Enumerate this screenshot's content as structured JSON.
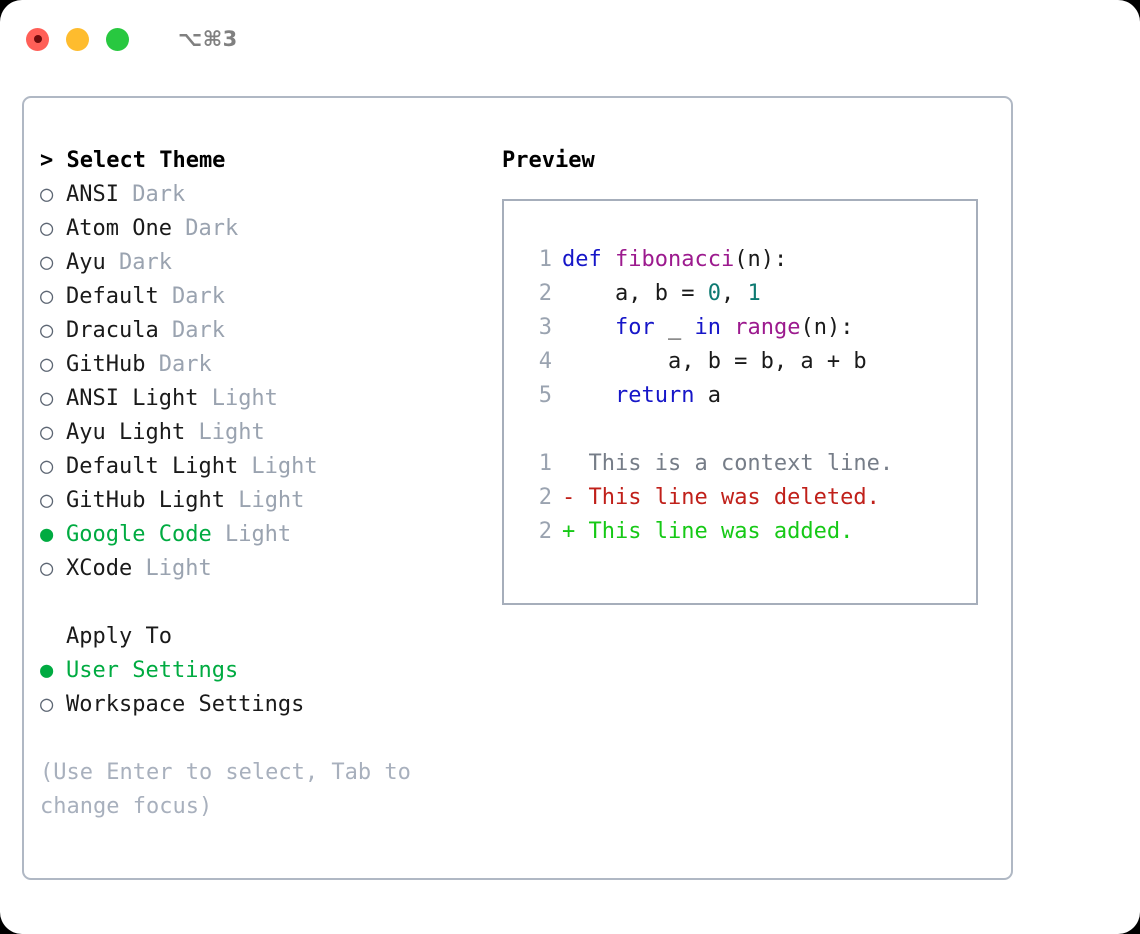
{
  "titlebar": {
    "shortcut": "⌥⌘3",
    "buttons": [
      {
        "name": "close",
        "color": "#ff5f57"
      },
      {
        "name": "minimize",
        "color": "#febc2e"
      },
      {
        "name": "maximize",
        "color": "#28c840"
      }
    ]
  },
  "theme_picker": {
    "heading": "> Select Theme",
    "marker_unselected": "○",
    "marker_selected": "●",
    "items": [
      {
        "label": "ANSI",
        "kind": "Dark",
        "selected": false
      },
      {
        "label": "Atom One",
        "kind": "Dark",
        "selected": false
      },
      {
        "label": "Ayu",
        "kind": "Dark",
        "selected": false
      },
      {
        "label": "Default",
        "kind": "Dark",
        "selected": false
      },
      {
        "label": "Dracula",
        "kind": "Dark",
        "selected": false
      },
      {
        "label": "GitHub",
        "kind": "Dark",
        "selected": false
      },
      {
        "label": "ANSI Light",
        "kind": "Light",
        "selected": false
      },
      {
        "label": "Ayu Light",
        "kind": "Light",
        "selected": false
      },
      {
        "label": "Default Light",
        "kind": "Light",
        "selected": false
      },
      {
        "label": "GitHub Light",
        "kind": "Light",
        "selected": false
      },
      {
        "label": "Google Code",
        "kind": "Light",
        "selected": true
      },
      {
        "label": "XCode",
        "kind": "Light",
        "selected": false
      }
    ]
  },
  "apply_to": {
    "heading": "Apply To",
    "items": [
      {
        "label": "User Settings",
        "selected": true
      },
      {
        "label": "Workspace Settings",
        "selected": false
      }
    ]
  },
  "hint": "(Use Enter to select, Tab to change focus)",
  "preview": {
    "heading": "Preview",
    "code_lines": [
      {
        "number": "1",
        "tokens": [
          {
            "text": "def ",
            "type": "kw"
          },
          {
            "text": "fibonacci",
            "type": "fn"
          },
          {
            "text": "(n):",
            "type": "plain"
          }
        ]
      },
      {
        "number": "2",
        "tokens": [
          {
            "text": "    a, b = ",
            "type": "plain"
          },
          {
            "text": "0",
            "type": "num"
          },
          {
            "text": ", ",
            "type": "plain"
          },
          {
            "text": "1",
            "type": "num"
          }
        ]
      },
      {
        "number": "3",
        "tokens": [
          {
            "text": "    ",
            "type": "plain"
          },
          {
            "text": "for",
            "type": "kw"
          },
          {
            "text": " _ ",
            "type": "plain"
          },
          {
            "text": "in",
            "type": "kw"
          },
          {
            "text": " ",
            "type": "plain"
          },
          {
            "text": "range",
            "type": "fn"
          },
          {
            "text": "(n):",
            "type": "plain"
          }
        ]
      },
      {
        "number": "4",
        "tokens": [
          {
            "text": "        a, b = b, a + b",
            "type": "plain"
          }
        ]
      },
      {
        "number": "5",
        "tokens": [
          {
            "text": "    ",
            "type": "plain"
          },
          {
            "text": "return",
            "type": "kw"
          },
          {
            "text": " a",
            "type": "plain"
          }
        ]
      }
    ],
    "diff_lines": [
      {
        "number": "1",
        "sign": " ",
        "text": " This is a context line.",
        "type": "ctx"
      },
      {
        "number": "2",
        "sign": "-",
        "text": " This line was deleted.",
        "type": "del"
      },
      {
        "number": "2",
        "sign": "+",
        "text": " This line was added.",
        "type": "add"
      }
    ]
  },
  "colors": {
    "accent_green": "#00ab41",
    "muted_gray": "#9aa3b0",
    "hint_gray": "#a8b0bd",
    "keyword_blue": "#1616c8",
    "function_purple": "#9c1a8e",
    "number_teal": "#0e7a72",
    "diff_deleted_red": "#c0201a",
    "diff_added_green": "#16c916",
    "border_gray": "#b0b8c4"
  }
}
